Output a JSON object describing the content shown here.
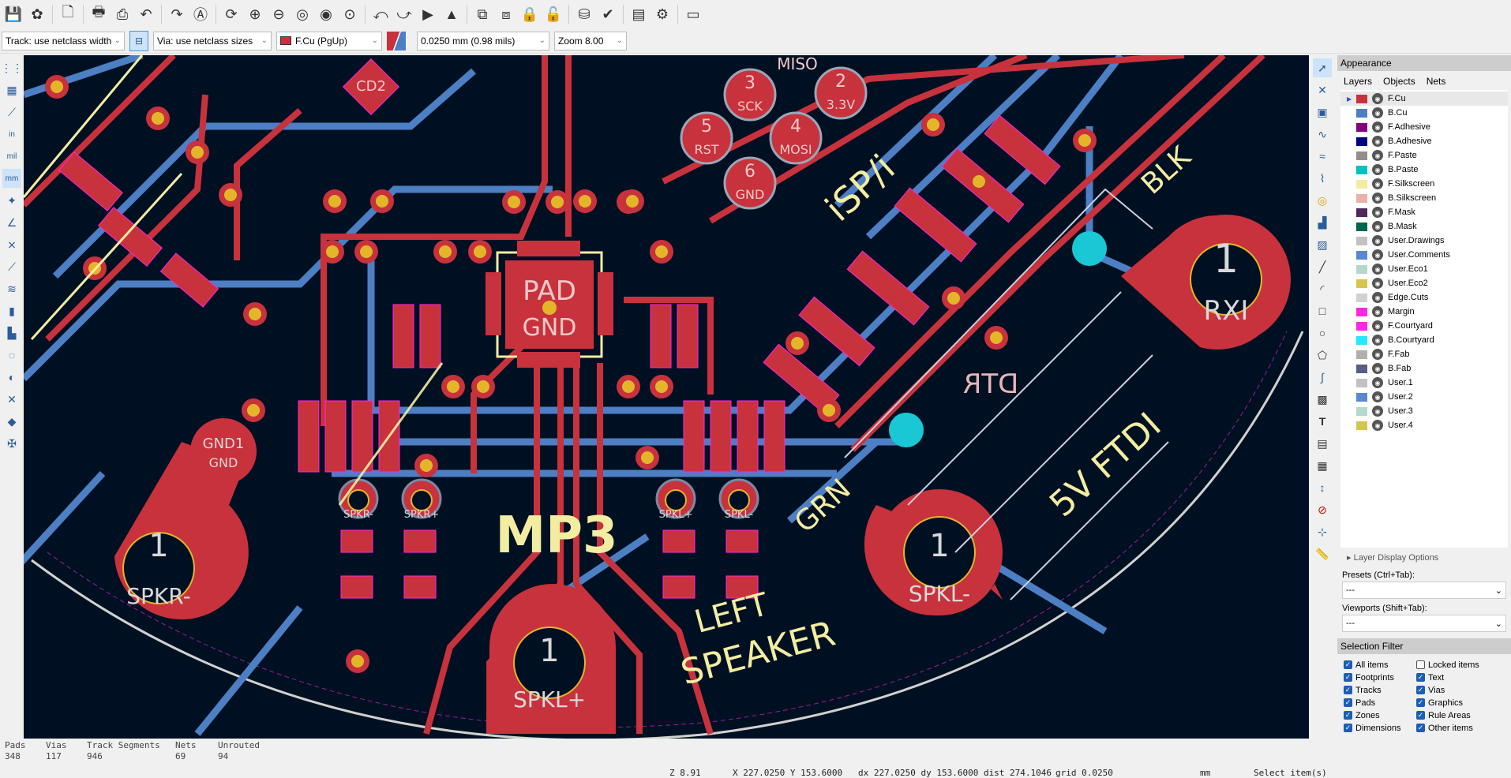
{
  "toolbar": {
    "icons": [
      "save-icon",
      "board-setup-icon",
      "page-settings-icon",
      "print-icon",
      "plot-icon",
      "undo-icon",
      "redo-icon",
      "find-icon",
      "refresh-icon",
      "zoom-in-icon",
      "zoom-out-icon",
      "zoom-fit-icon",
      "zoom-objects-icon",
      "zoom-selection-icon",
      "rotate-ccw-icon",
      "rotate-cw-icon",
      "flip-horizontal-icon",
      "mirror-icon",
      "group-icon",
      "ungroup-icon",
      "lock-icon",
      "unlock-icon",
      "netlist-icon",
      "drc-icon",
      "footprint-editor-icon",
      "scripting-icon",
      "python-console-icon"
    ],
    "track_width": "Track: use netclass width",
    "via_size": "Via: use netclass sizes",
    "layer": "F.Cu (PgUp)",
    "layer_color": "#c8323c",
    "grid": "0.0250 mm (0.98 mils)",
    "zoom": "Zoom 8.00"
  },
  "pcb": {
    "pads": [
      {
        "num": "1",
        "label": "SPKR-"
      },
      {
        "num": "1",
        "label": "SPKL+"
      },
      {
        "num": "1",
        "label": "SPKL-"
      },
      {
        "num": "1",
        "label": "RXI"
      },
      {
        "num": "GND1",
        "label": "GND"
      }
    ],
    "ic_pad": "PAD",
    "ic_net": "GND",
    "silk_mp3": "MP3",
    "silk_speaker": "SPEAKER",
    "silk_left": "LEFT",
    "silk_5v": "5V FTDI",
    "silk_grn": "GRN",
    "silk_blk": "BLK",
    "silk_dtr": "DTR",
    "silk_ispi": "iSP/i",
    "silk_cd2": "CD2",
    "small_pads": [
      "SPKR-",
      "SPKR+",
      "SPKL+",
      "SPKL-"
    ],
    "header_pads": [
      {
        "n": "3",
        "l": "SCK"
      },
      {
        "n": "2",
        "l": "3.3V"
      },
      {
        "n": "5",
        "l": "RST"
      },
      {
        "n": "4",
        "l": "MOSI"
      },
      {
        "n": "6",
        "l": "GND"
      }
    ],
    "miso": "MISO",
    "colors": {
      "fcu": "#c8323c",
      "bcu": "#4d7fc4",
      "silk": "#f2eda1",
      "bsilk": "#e8b6b6",
      "via": "#e3b62a",
      "hole": "#19c8d4",
      "bg": "#001023"
    }
  },
  "appearance": {
    "title": "Appearance",
    "tabs": [
      "Layers",
      "Objects",
      "Nets"
    ],
    "layers": [
      {
        "name": "F.Cu",
        "color": "#c8323c"
      },
      {
        "name": "B.Cu",
        "color": "#4d7fc4"
      },
      {
        "name": "F.Adhesive",
        "color": "#84007f"
      },
      {
        "name": "B.Adhesive",
        "color": "#000084"
      },
      {
        "name": "F.Paste",
        "color": "#958c8c"
      },
      {
        "name": "B.Paste",
        "color": "#00c2c2"
      },
      {
        "name": "F.Silkscreen",
        "color": "#f2eda1"
      },
      {
        "name": "B.Silkscreen",
        "color": "#e8b2a7"
      },
      {
        "name": "F.Mask",
        "color": "#4d2a5a"
      },
      {
        "name": "B.Mask",
        "color": "#00654f"
      },
      {
        "name": "User.Drawings",
        "color": "#c2c2c2"
      },
      {
        "name": "User.Comments",
        "color": "#5987d0"
      },
      {
        "name": "User.Eco1",
        "color": "#b4d8cb"
      },
      {
        "name": "User.Eco2",
        "color": "#d4c650"
      },
      {
        "name": "Edge.Cuts",
        "color": "#d0d2cd"
      },
      {
        "name": "Margin",
        "color": "#ff26e2"
      },
      {
        "name": "F.Courtyard",
        "color": "#ff26e2"
      },
      {
        "name": "B.Courtyard",
        "color": "#26e9ff"
      },
      {
        "name": "F.Fab",
        "color": "#afafaf"
      },
      {
        "name": "B.Fab",
        "color": "#585d84"
      },
      {
        "name": "User.1",
        "color": "#c2c2c2"
      },
      {
        "name": "User.2",
        "color": "#5987d0"
      },
      {
        "name": "User.3",
        "color": "#b4d8cb"
      },
      {
        "name": "User.4",
        "color": "#d4c650"
      }
    ],
    "layer_display_options": "Layer Display Options",
    "presets_label": "Presets (Ctrl+Tab):",
    "presets_value": "---",
    "viewports_label": "Viewports (Shift+Tab):",
    "viewports_value": "---"
  },
  "selection_filter": {
    "title": "Selection Filter",
    "items": [
      {
        "label": "All items",
        "checked": true
      },
      {
        "label": "Locked items",
        "checked": false
      },
      {
        "label": "Footprints",
        "checked": true
      },
      {
        "label": "Text",
        "checked": true
      },
      {
        "label": "Tracks",
        "checked": true
      },
      {
        "label": "Vias",
        "checked": true
      },
      {
        "label": "Pads",
        "checked": true
      },
      {
        "label": "Graphics",
        "checked": true
      },
      {
        "label": "Zones",
        "checked": true
      },
      {
        "label": "Rule Areas",
        "checked": true
      },
      {
        "label": "Dimensions",
        "checked": true
      },
      {
        "label": "Other items",
        "checked": true
      }
    ]
  },
  "stats": [
    {
      "label": "Pads",
      "value": "348"
    },
    {
      "label": "Vias",
      "value": "117"
    },
    {
      "label": "Track Segments",
      "value": "946"
    },
    {
      "label": "Nets",
      "value": "69"
    },
    {
      "label": "Unrouted",
      "value": "94"
    }
  ],
  "statusbar": {
    "zoom": "Z 8.91",
    "xy": "X 227.0250  Y 153.6000",
    "delta": "dx 227.0250  dy 153.6000  dist 274.1046",
    "grid": "grid 0.0250",
    "units": "mm",
    "mode": "Select item(s)"
  }
}
